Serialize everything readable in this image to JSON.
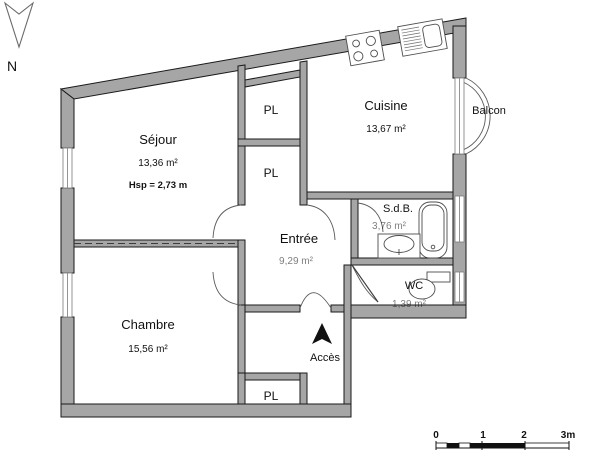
{
  "document": {
    "type": "floor-plan",
    "title": "Plan d'appartement"
  },
  "compass": {
    "label": "N",
    "icon": "north-arrow-icon"
  },
  "rooms": [
    {
      "key": "sejour",
      "name": "Séjour",
      "area": "13,36 m²",
      "note": "Hsp = 2,73 m"
    },
    {
      "key": "cuisine",
      "name": "Cuisine",
      "area": "13,67 m²",
      "note": ""
    },
    {
      "key": "chambre",
      "name": "Chambre",
      "area": "15,56 m²",
      "note": ""
    },
    {
      "key": "entree",
      "name": "Entrée",
      "area": "9,29 m²",
      "note": ""
    },
    {
      "key": "sdb",
      "name": "S.d.B.",
      "area": "3,76 m²",
      "note": ""
    },
    {
      "key": "wc",
      "name": "WC",
      "area": "1,39 m²",
      "note": ""
    }
  ],
  "closets": [
    {
      "key": "pl-top",
      "label": "PL"
    },
    {
      "key": "pl-middle",
      "label": "PL"
    },
    {
      "key": "pl-bottom",
      "label": "PL"
    }
  ],
  "outdoor": {
    "balcony_label": "Balcon"
  },
  "access": {
    "label": "Accès",
    "icon": "access-arrow-icon"
  },
  "scale": {
    "ticks": [
      "0",
      "1",
      "2",
      "3m"
    ],
    "unit": "m"
  },
  "colors": {
    "wall_fill": "#a6a6a6",
    "wall_stroke": "#1a1a1a",
    "text": "#111111",
    "background": "#ffffff"
  }
}
